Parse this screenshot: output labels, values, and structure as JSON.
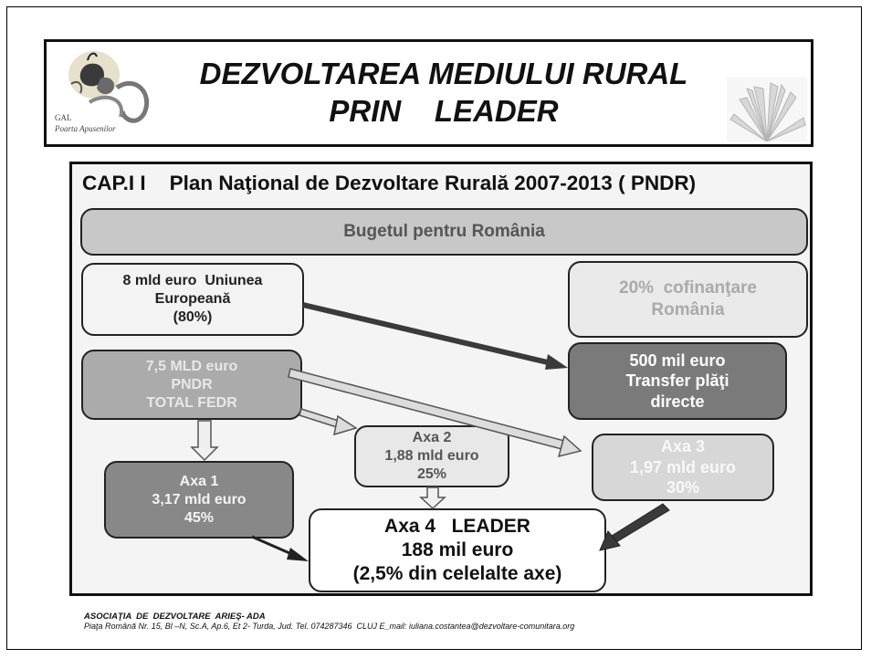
{
  "header": {
    "logo_text": [
      "GAL",
      "Poarta Apusenilor"
    ],
    "title_lines": [
      "DEZVOLTAREA MEDIULUI RURAL",
      "PRIN    LEADER"
    ]
  },
  "section_title": {
    "chapter": "CAP.I I",
    "text": "Plan Naţional de Dezvoltare Rurală 2007-2013 ( PNDR)"
  },
  "diagram": {
    "buget": "Bugetul pentru România",
    "ue": [
      "8 mld euro  Uniunea",
      "Europeană",
      "(80%)"
    ],
    "cofinantare": [
      "20%  cofinanţare",
      "România"
    ],
    "pndr": [
      "7,5 MLD euro",
      "PNDR",
      "TOTAL FEDR"
    ],
    "transfer": [
      "500 mil euro",
      "Transfer plăţi",
      "directe"
    ],
    "axa2": [
      "Axa 2",
      "1,88 mld euro",
      "25%"
    ],
    "axa3": [
      "Axa 3",
      "1,97 mld euro",
      "30%"
    ],
    "axa1": [
      "Axa 1",
      "3,17 mld euro",
      "45%"
    ],
    "axa4": [
      "Axa 4   LEADER",
      "188 mil euro",
      "(2,5% din celelalte axe)"
    ]
  },
  "footer": {
    "organization": "ASOCIAŢIA  DE  DEZVOLTARE  ARIEŞ- ADA",
    "address": "Piaţa Română Nr. 15, Bl –N, Sc.A, Ap.6, Et 2- Turda, Jud. Tel. 074287346  CLUJ E_mail: iuliana.costantea@dezvoltare-comunitara.org"
  },
  "colors": {
    "frame": "#111111",
    "panel_bg": "#f4f4f4",
    "arrow_dark": "#3a3a3a",
    "arrow_outline": "#555555"
  }
}
